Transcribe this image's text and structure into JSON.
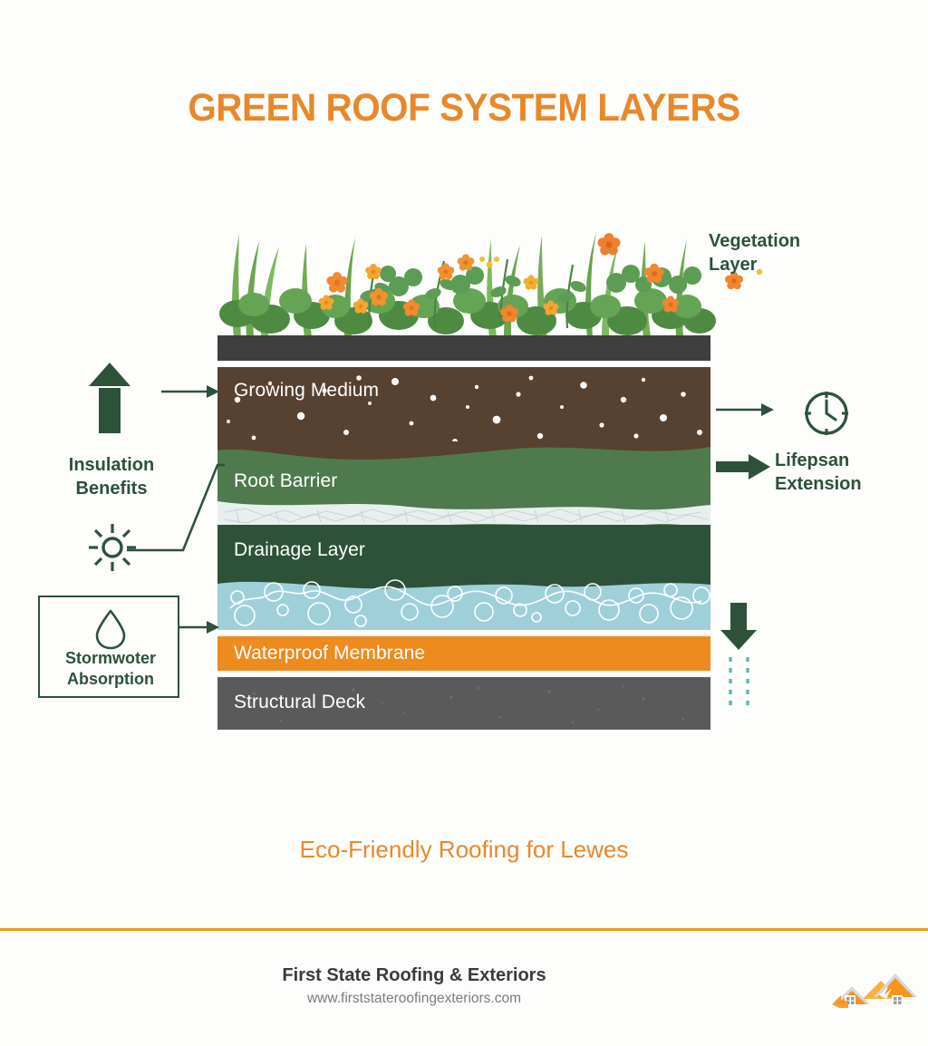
{
  "title": "GREEN ROOF SYSTEM LAYERS",
  "tagline": "Eco-Friendly Roofing for Lewes",
  "footer": {
    "company": "First State Roofing & Exteriors",
    "url": "www.firststateroofingexteriors.com",
    "logo_icon": "roof-house-logo"
  },
  "diagram": {
    "layers": [
      {
        "id": "vegetation",
        "label": "Vegetation Layer",
        "color": "#4e7a4e"
      },
      {
        "id": "edge",
        "label": "",
        "color": "#3f3f40"
      },
      {
        "id": "growing",
        "label": "Growing Medium",
        "color": "#574130"
      },
      {
        "id": "root",
        "label": "Root Barrier",
        "color": "#4e7a4e"
      },
      {
        "id": "fleece",
        "label": "",
        "color": "#e9efee"
      },
      {
        "id": "drainage",
        "label": "Drainage Layer",
        "color": "#2d5239"
      },
      {
        "id": "water",
        "label": "",
        "color": "#9fd0da"
      },
      {
        "id": "membrane",
        "label": "Waterproof Membrane",
        "color": "#ed8b1f"
      },
      {
        "id": "deck",
        "label": "Structural Deck",
        "color": "#5a5a5a"
      }
    ]
  },
  "annotations": {
    "vegetation_layer": {
      "line1": "Vegetation",
      "line2": "Layer"
    },
    "insulation": {
      "line1": "Insulation",
      "line2": "Benefits",
      "up_arrow_icon": "up-arrow-icon",
      "sun_icon": "sun-icon"
    },
    "stormwater": {
      "line1": "Stormwoter",
      "line2": "Absorption",
      "droplet_icon": "water-droplet-icon"
    },
    "lifespan": {
      "line1": "Lifepsan",
      "line2": "Extension",
      "clock_icon": "clock-icon"
    },
    "drainage_flow": {
      "down_arrow_icon": "down-arrow-icon",
      "dotted_flow_icon": "dotted-water-flow-icon"
    }
  },
  "colors": {
    "accent_orange": "#e8882b",
    "dark_green": "#2d5239",
    "divider_orange": "#f59b16"
  }
}
